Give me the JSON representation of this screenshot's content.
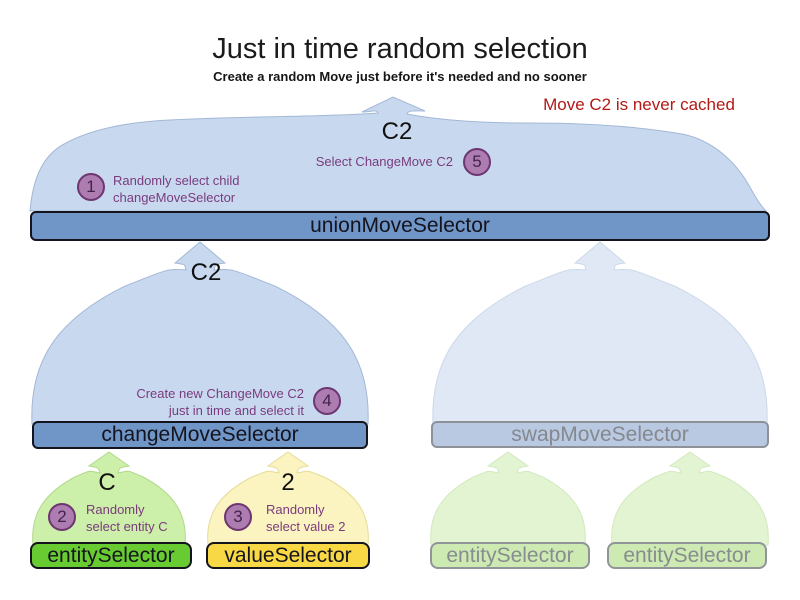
{
  "title": "Just in time random selection",
  "subtitle": "Create a random Move just before it's needed and no sooner",
  "warning": "Move C2 is never cached",
  "selectors": {
    "union": "unionMoveSelector",
    "change": "changeMoveSelector",
    "swap": "swapMoveSelector",
    "entity": "entitySelector",
    "value": "valueSelector",
    "entity_faded_1": "entitySelector",
    "entity_faded_2": "entitySelector"
  },
  "outputs": {
    "union_move": "C2",
    "change_move": "C2",
    "entity": "C",
    "value": "2"
  },
  "steps": [
    {
      "num": "1",
      "line1": "Randomly select child",
      "line2": "changeMoveSelector"
    },
    {
      "num": "2",
      "line1": "Randomly",
      "line2": "select entity C"
    },
    {
      "num": "3",
      "line1": "Randomly",
      "line2": "select value 2"
    },
    {
      "num": "4",
      "line1": "Create new ChangeMove C2",
      "line2": "just in time and select it"
    },
    {
      "num": "5",
      "line1": "Select ChangeMove C2",
      "line2": ""
    }
  ],
  "colors": {
    "selector_bar_blue": "#7095c7",
    "mound_blue": "#c8d9ef",
    "faded_bar_blue": "#b9c9e2",
    "entity_bar_green": "#68cb31",
    "value_bar_yellow": "#f8d845",
    "faded_bar_green": "#cdeab2",
    "step_badge_purple": "#ad7cb0",
    "annotation_purple": "#7a3b7e",
    "warning_red": "#b41916"
  }
}
